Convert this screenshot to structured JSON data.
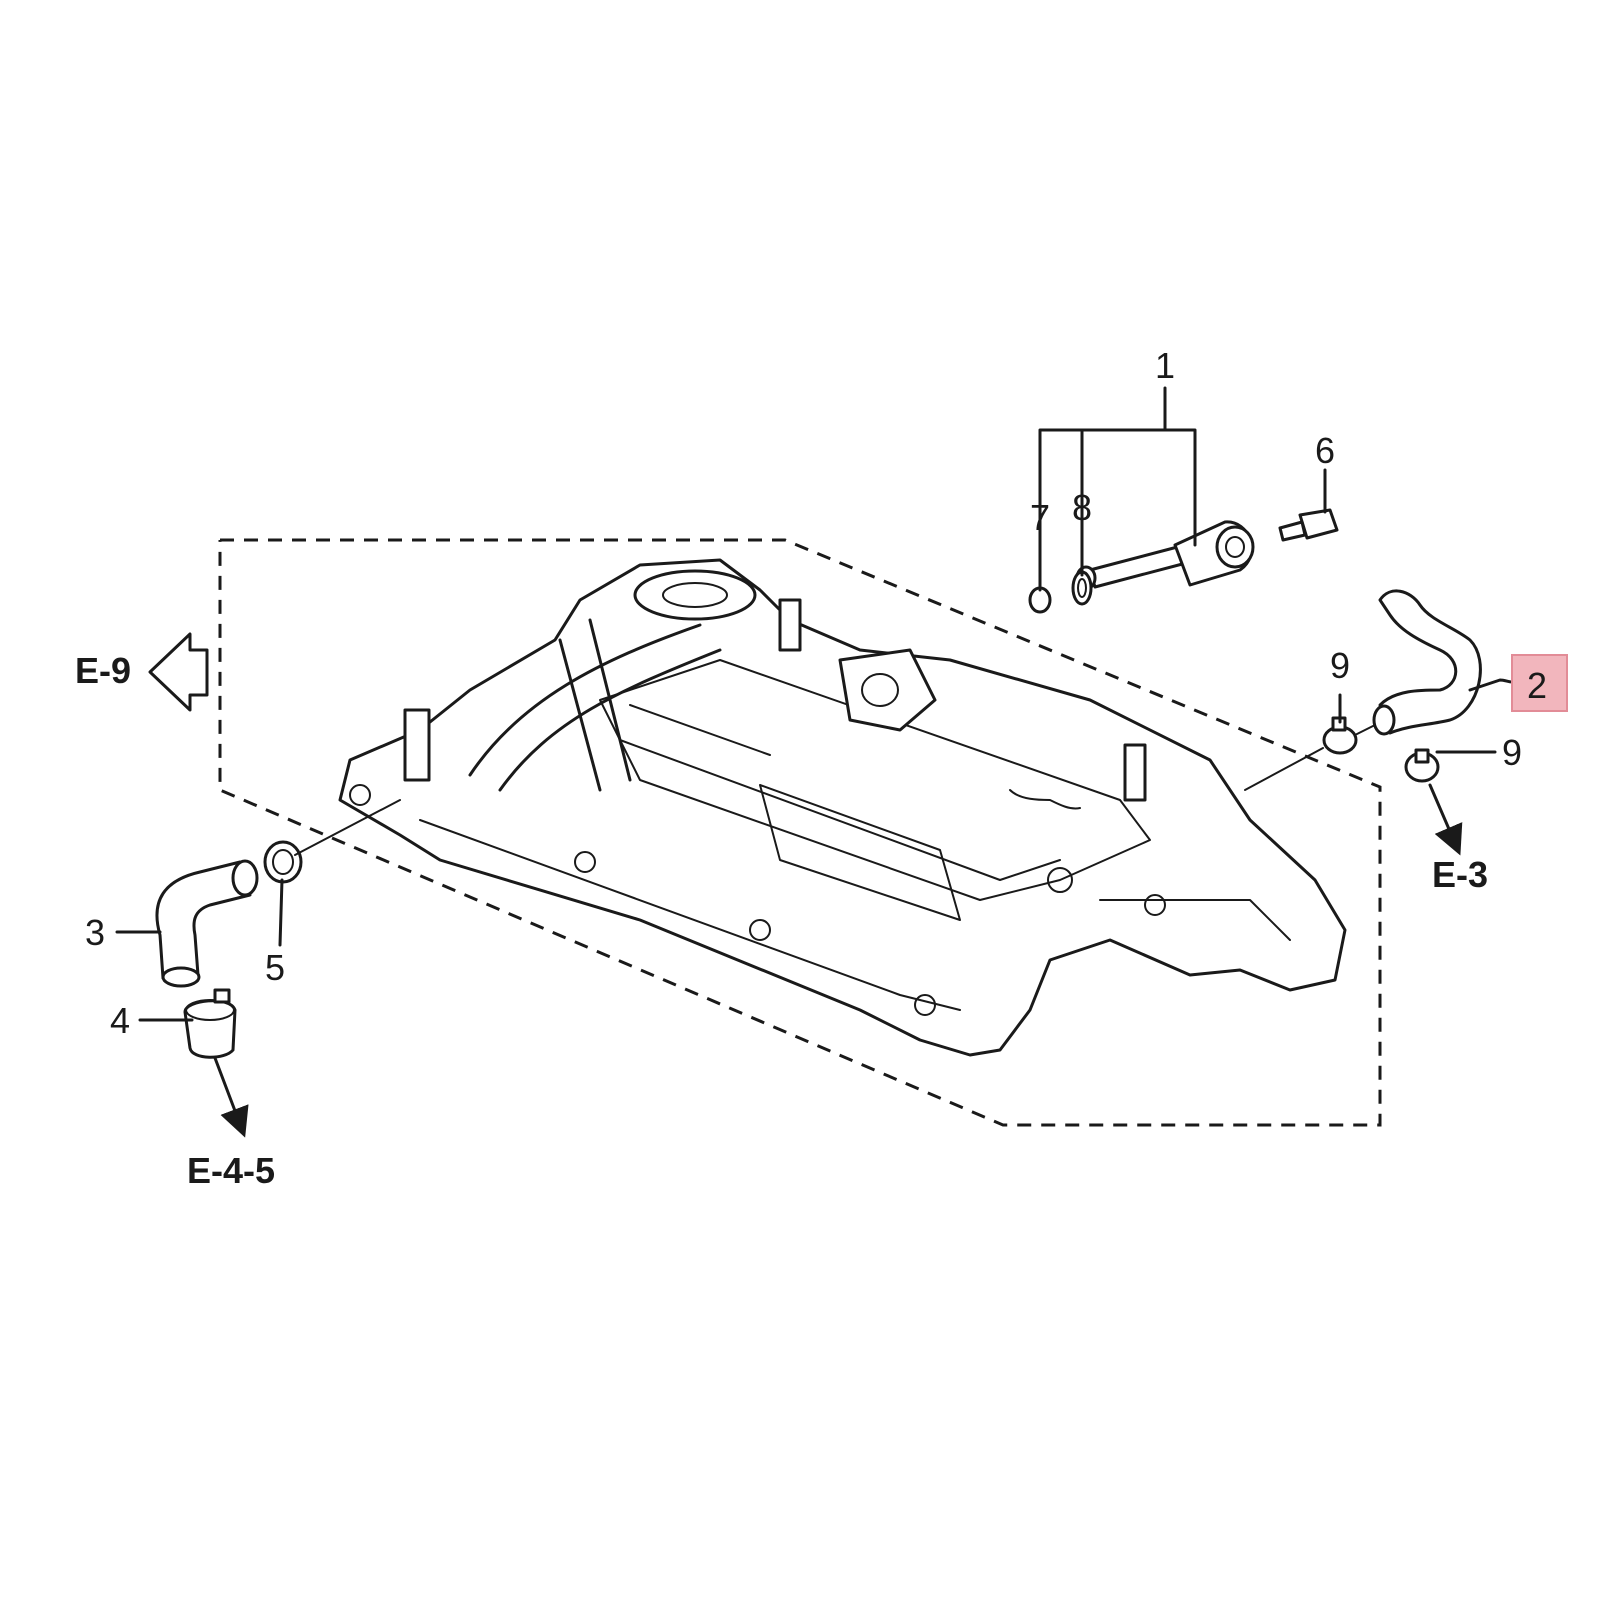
{
  "callouts": {
    "c1": "1",
    "c2": "2",
    "c3": "3",
    "c4": "4",
    "c5": "5",
    "c6": "6",
    "c7": "7",
    "c8": "8",
    "c9a": "9",
    "c9b": "9"
  },
  "references": {
    "e9": "E-9",
    "e3": "E-3",
    "e45": "E-4-5"
  },
  "colors": {
    "highlight": "#f2b6bd",
    "line": "#1a1a1a"
  }
}
